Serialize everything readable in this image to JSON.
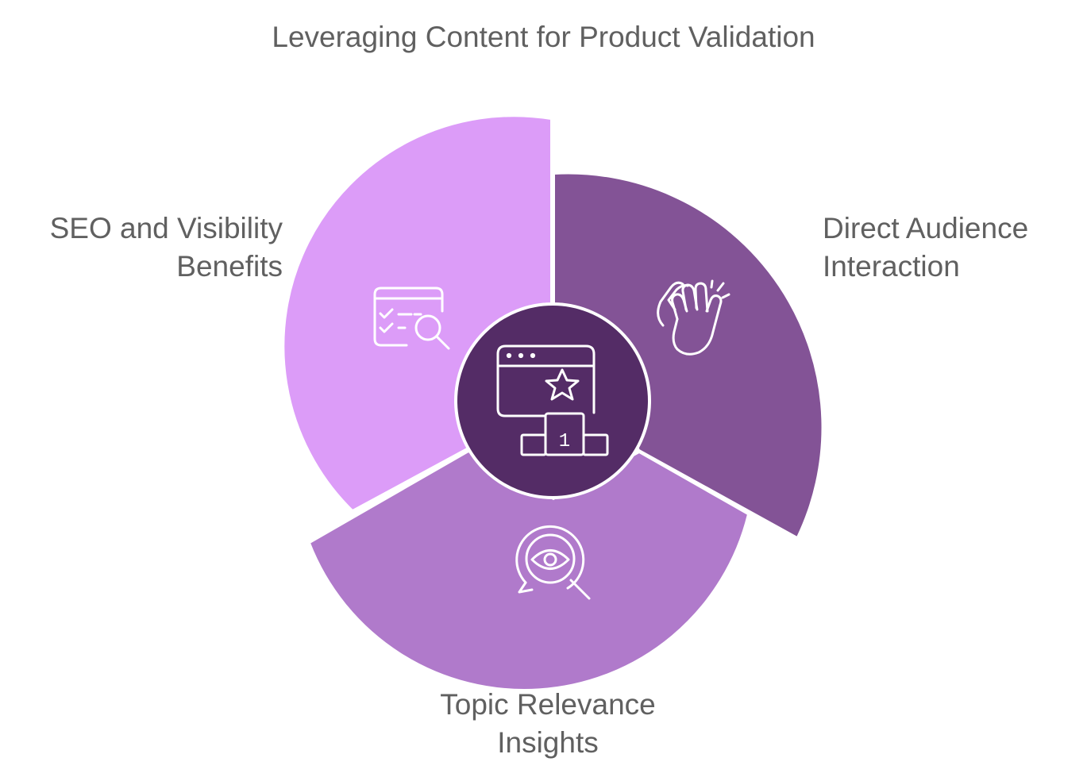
{
  "title": "Leveraging Content for Product Validation",
  "segments": [
    {
      "id": "seo",
      "label_lines": [
        "SEO and Visibility",
        "Benefits"
      ],
      "icon": "checklist-magnifier-icon",
      "color": "#dc9cf8"
    },
    {
      "id": "audience",
      "label_lines": [
        "Direct Audience",
        "Interaction"
      ],
      "icon": "clapping-hands-icon",
      "color": "#835396"
    },
    {
      "id": "topic",
      "label_lines": [
        "Topic Relevance",
        "Insights"
      ],
      "icon": "eye-search-icon",
      "color": "#b07acb"
    }
  ],
  "center": {
    "icon": "ranking-podium-star-icon",
    "color": "#542c66",
    "podium_number": "1"
  }
}
